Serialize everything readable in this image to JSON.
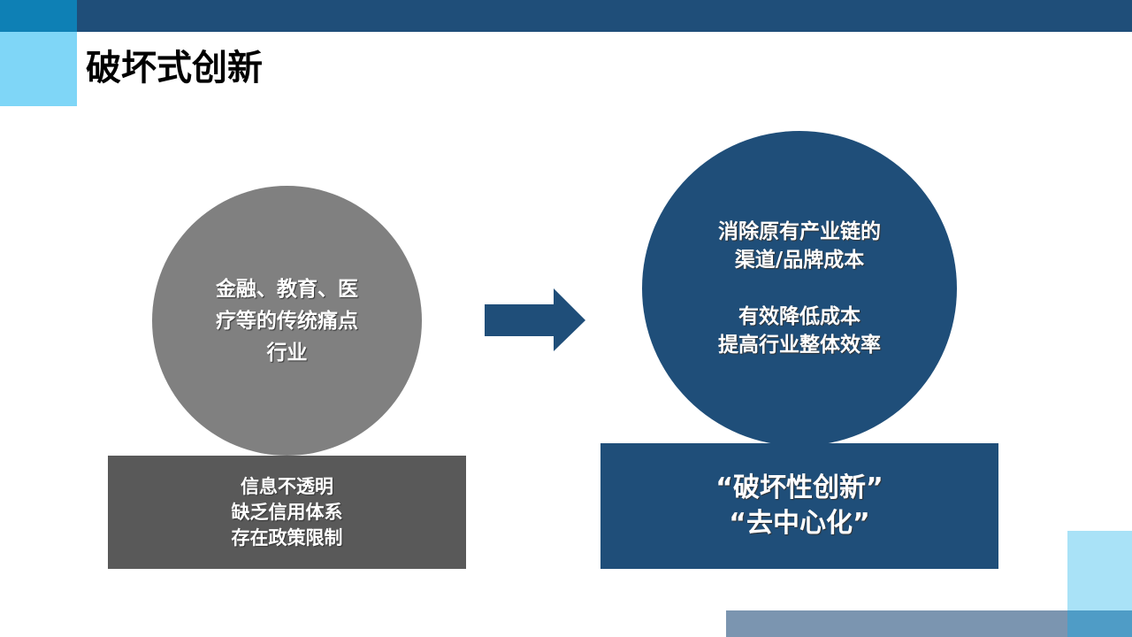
{
  "title": "破坏式创新",
  "left": {
    "circle_lines": [
      "金融、教育、医",
      "疗等的传统痛点",
      "行业"
    ],
    "box_lines": [
      "信息不透明",
      "缺乏信用体系",
      "存在政策限制"
    ]
  },
  "right": {
    "circle_lines": [
      "消除原有产业链的",
      "渠道/品牌成本",
      "",
      "有效降低成本",
      "提高行业整体效率"
    ],
    "box_lines": [
      "“破坏性创新”",
      "“去中心化”"
    ]
  },
  "colors": {
    "dark_blue": "#1f4e79",
    "gray": "#808080",
    "dark_gray": "#595959",
    "light_blue": "#7fd6f7"
  }
}
